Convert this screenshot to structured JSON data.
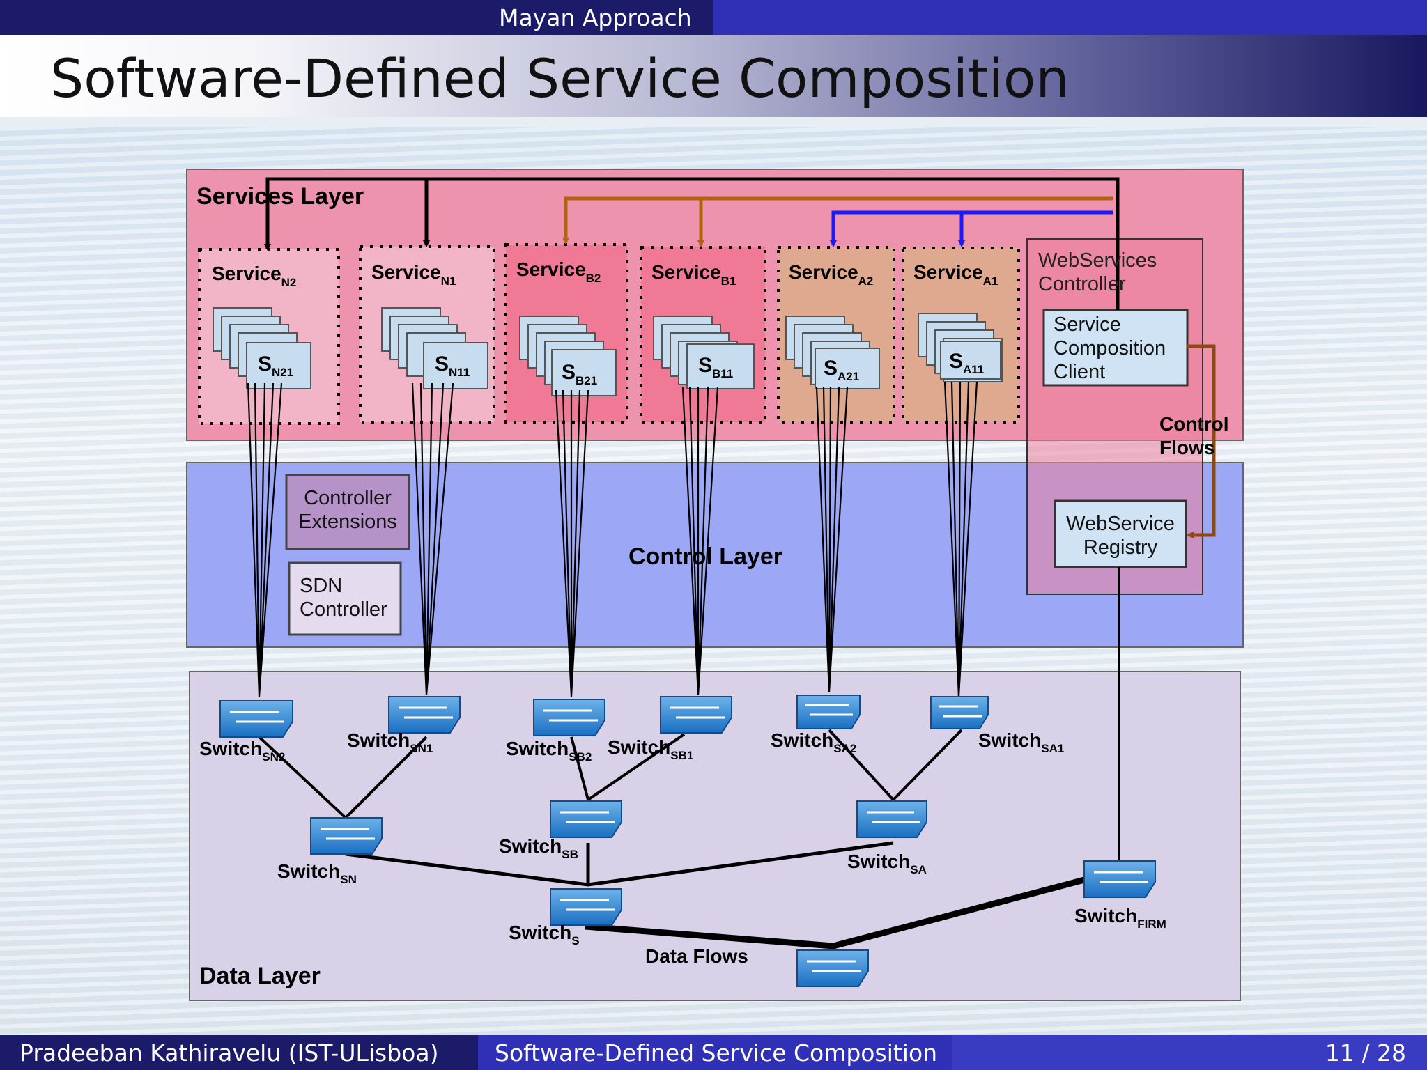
{
  "header": {
    "section": "Mayan Approach",
    "title": "Software-Defined Service Composition"
  },
  "footer": {
    "author": "Pradeeban Kathiravelu (IST-ULisboa)",
    "short_title": "Software-Defined Service Composition",
    "page": "11 / 28"
  },
  "diagram": {
    "services_layer": "Services Layer",
    "control_layer": "Control Layer",
    "data_layer": "Data Layer",
    "controller_extensions": "Controller Extensions",
    "sdn_controller": "SDN Controller",
    "ws_controller": "WebServices Controller",
    "composition_client": "Service Composition Client",
    "ws_registry": "WebService Registry",
    "control_flows": "Control Flows",
    "data_flows": "Data Flows",
    "services": [
      {
        "name": "Service",
        "sub": "N2",
        "inst": "S",
        "isub": "N21"
      },
      {
        "name": "Service",
        "sub": "N1",
        "inst": "S",
        "isub": "N11"
      },
      {
        "name": "Service",
        "sub": "B2",
        "inst": "S",
        "isub": "B21"
      },
      {
        "name": "Service",
        "sub": "B1",
        "inst": "S",
        "isub": "B11"
      },
      {
        "name": "Service",
        "sub": "A2",
        "inst": "S",
        "isub": "A21"
      },
      {
        "name": "Service",
        "sub": "A1",
        "inst": "S",
        "isub": "A11"
      }
    ],
    "switches": {
      "sn2": "SN2",
      "sn1": "SN1",
      "sb2": "SB2",
      "sb1": "SB1",
      "sa2": "SA2",
      "sa1": "SA1",
      "sn": "SN",
      "sb": "SB",
      "sa": "SA",
      "s": "S",
      "firm": "FIRM",
      "prefix": "Switch"
    }
  }
}
